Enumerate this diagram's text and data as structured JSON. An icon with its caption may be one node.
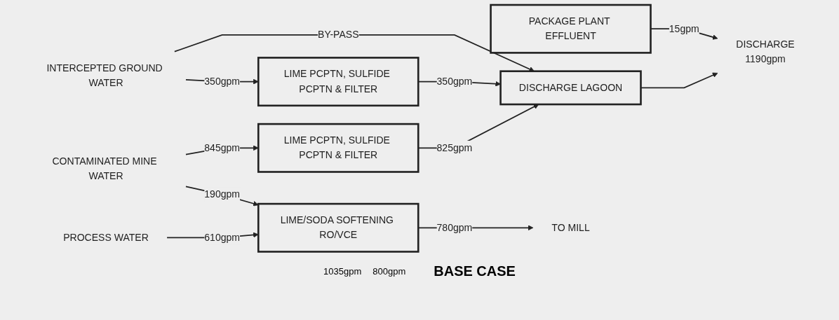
{
  "diagram": {
    "caption": "BASE CASE",
    "nodes": [
      {
        "text": [
          "INTERCEPTED GROUND WATER"
        ]
      },
      {
        "text": [
          "LIME PCPTN, SULFIDE PCPTN & FILTER"
        ]
      },
      {
        "text": [
          "PACKAGE PLANT EFFLUENT"
        ]
      },
      {
        "text": [
          "DISCHARGE LAGOON"
        ]
      },
      {
        "text": [
          "DISCHARGE"
        ],
        "beside": [
          "1190gpm"
        ]
      },
      {
        "text": [
          "CONTAMINATED MINE WATER"
        ]
      },
      {
        "text": [
          "LIME PCPTN, SULFIDE PCPTN & FILTER"
        ]
      },
      {
        "text": [
          "PROCESS WATER"
        ]
      },
      {
        "text": [
          "LIME/SODA SOFTENING RO/VCE"
        ]
      },
      {
        "text": [
          "TO MILL"
        ]
      }
    ],
    "edges": [
      {
        "from": 0,
        "to": 1,
        "arrow": "to",
        "label": "350gpm"
      },
      {
        "from": 0,
        "to": 3,
        "arrow": "to",
        "label": "BY-PASS"
      },
      {
        "from": 1,
        "to": 3,
        "arrow": "to",
        "label": "350gpm"
      },
      {
        "from": 5,
        "to": 6,
        "arrow": "to",
        "label": "845gpm"
      },
      {
        "from": 6,
        "to": 3,
        "arrow": "to",
        "label": "825gpm"
      },
      {
        "from": 2,
        "to": 4,
        "arrow": "to",
        "label": "15gpm"
      },
      {
        "from": 3,
        "to": 4,
        "arrow": "to"
      },
      {
        "from": 5,
        "to": 8,
        "arrow": "to",
        "label": "190gpm"
      },
      {
        "from": 7,
        "to": 8,
        "arrow": "to",
        "label": "610gpm"
      },
      {
        "from": 8,
        "to": 9,
        "arrow": "to",
        "label": "780gpm"
      }
    ],
    "labels": [
      "1035gpm",
      "800gpm"
    ]
  }
}
